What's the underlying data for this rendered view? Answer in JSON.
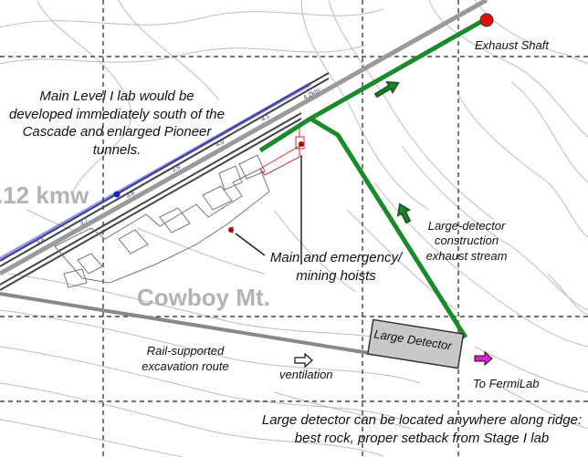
{
  "labels": {
    "exhaust_shaft": "Exhaust Shaft",
    "main_level_note": "Main Level I lab would be developed immediately south of the Cascade and enlarged Pioneer tunnels.",
    "depth_label": ".12 kmw",
    "large_detector_exhaust": "Large-detector construction exhaust stream",
    "hoists": "Main and emergency/ mining hoists",
    "cowboy_mt": "Cowboy Mt.",
    "rail_route": "Rail-supported excavation route",
    "ventilation": "ventilation",
    "large_detector": "Large Detector",
    "to_fermilab": "To FermiLab",
    "ridge_note": "Large detector can be located anywhere along ridge: best rock, proper setback from Stage I lab"
  },
  "tunnel_km_marks": [
    "3.6",
    "3.7",
    "3.8",
    "3.9",
    "4.0",
    "4.1",
    "4.2km"
  ],
  "colors": {
    "ventilation_path": "#1a8a2a",
    "tunnel_scale": "#3a3ad0",
    "shaft_marker": "#e01010",
    "fermilab_arrow": "#e020d0",
    "contour": "#b8b8b8",
    "grid": "#222222"
  },
  "icons": {
    "vent_arrow": "arrow-icon",
    "shaft": "red-dot-icon"
  }
}
